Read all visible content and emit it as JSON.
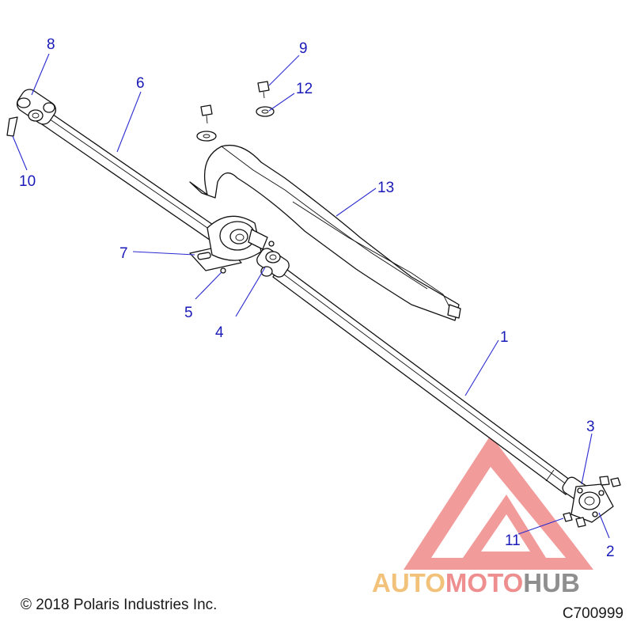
{
  "callouts": [
    {
      "id": "1",
      "label": "1"
    },
    {
      "id": "2",
      "label": "2"
    },
    {
      "id": "3",
      "label": "3"
    },
    {
      "id": "4",
      "label": "4"
    },
    {
      "id": "5",
      "label": "5"
    },
    {
      "id": "6",
      "label": "6"
    },
    {
      "id": "7",
      "label": "7"
    },
    {
      "id": "8",
      "label": "8"
    },
    {
      "id": "9",
      "label": "9"
    },
    {
      "id": "10",
      "label": "10"
    },
    {
      "id": "11",
      "label": "11"
    },
    {
      "id": "12",
      "label": "12"
    },
    {
      "id": "13",
      "label": "13"
    }
  ],
  "footer": {
    "copyright": "© 2018 Polaris Industries Inc.",
    "drawing_id": "C700999"
  },
  "watermark": {
    "part1": "AUTO",
    "part2": "MOTO",
    "part3": "HUB",
    "color_part1": "#f3c27a",
    "color_part2": "#ee8e8e",
    "color_part3": "#8f8f8f",
    "logo_color": "#e84a4a"
  },
  "colors": {
    "callout": "#1a1ab8",
    "line_art": "#111111"
  }
}
